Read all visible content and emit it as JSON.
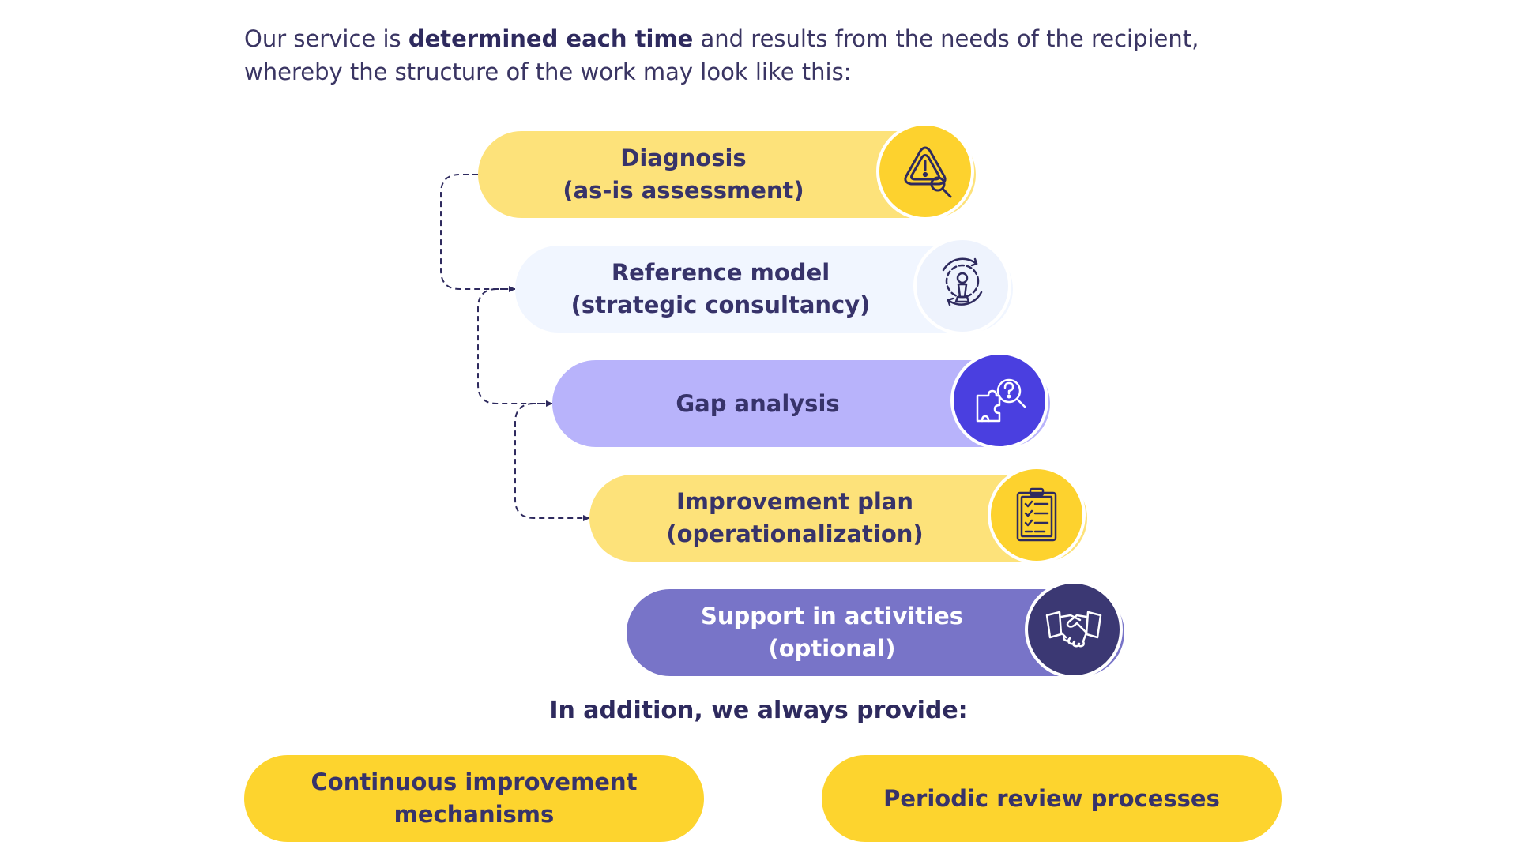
{
  "intro": {
    "before": "Our service is ",
    "bold": "determined each time",
    "after": " and results from the needs of the recipient, whereby the structure of the work may look like this:"
  },
  "steps": [
    {
      "line1": "Diagnosis",
      "line2": "(as-is assessment)",
      "icon": "warning-magnifier-icon"
    },
    {
      "line1": "Reference model",
      "line2": "(strategic consultancy)",
      "icon": "gear-chess-pawn-icon"
    },
    {
      "line1": "Gap analysis",
      "line2": "",
      "icon": "puzzle-magnifier-icon"
    },
    {
      "line1": "Improvement plan",
      "line2": "(operationalization)",
      "icon": "clipboard-checklist-icon"
    },
    {
      "line1": "Support in activities",
      "line2": "(optional)",
      "icon": "handshake-icon"
    }
  ],
  "addition": {
    "heading": "In addition, we always provide:",
    "items": [
      {
        "line1": "Continuous improvement",
        "line2": "mechanisms"
      },
      {
        "line1": "Periodic review processes",
        "line2": ""
      }
    ]
  },
  "colors": {
    "text_dark": "#2e2a5e",
    "yellow_light": "#fde27a",
    "yellow": "#fdd22e",
    "pale_blue": "#f1f6ff",
    "lavender": "#b8b3fb",
    "violet": "#4a3fe0",
    "purple": "#7874c8",
    "navy": "#3b3873"
  }
}
